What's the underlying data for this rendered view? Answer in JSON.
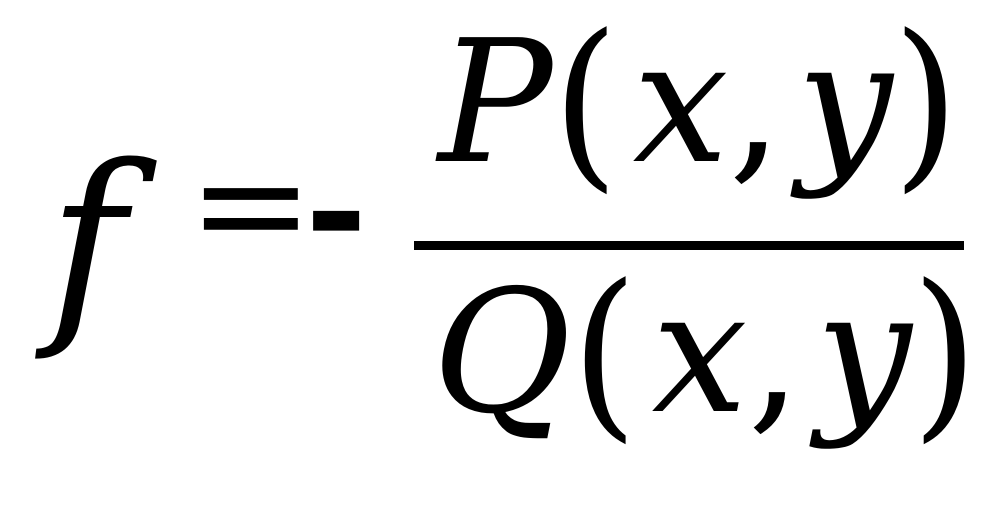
{
  "equation": {
    "lhs": "f",
    "equals": "=",
    "sign": "-",
    "numerator": {
      "func": "P",
      "open": "(",
      "arg1": "x",
      "sep": ",",
      "arg2": "y",
      "close": ")"
    },
    "denominator": {
      "func": "Q",
      "open": "(",
      "arg1": "x",
      "sep": ",",
      "arg2": "y",
      "close": ")"
    }
  }
}
